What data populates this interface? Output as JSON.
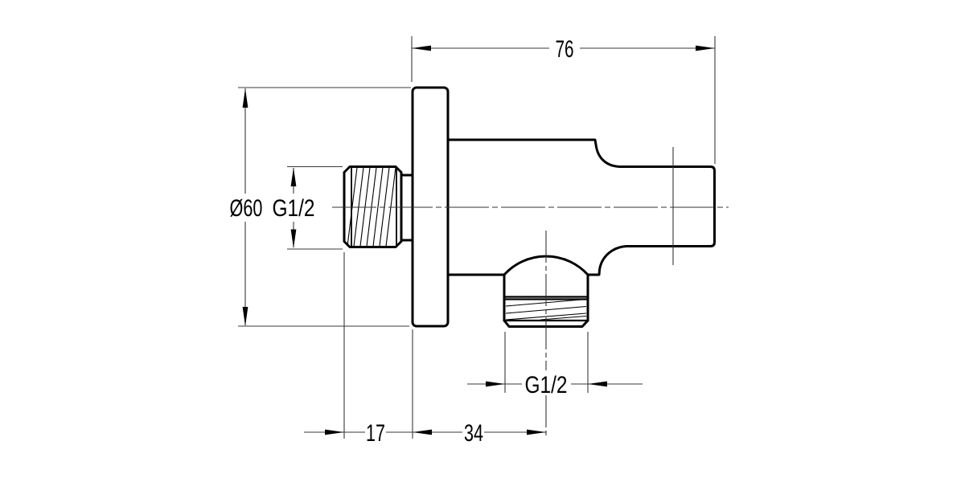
{
  "drawing": {
    "type": "technical-orthographic-view",
    "subject": "wall-mounted shower outlet elbow, side section view",
    "labels": {
      "overall_length": "76",
      "flange_diameter": "Ø60",
      "inlet_thread": "G1/2",
      "outlet_thread": "G1/2",
      "inlet_projection": "17",
      "outlet_center_offset": "34"
    },
    "colors": {
      "outline": "#000000",
      "thin_line": "#333333",
      "dimension_line": "#3a3a3a",
      "text": "#000000",
      "background": "#ffffff"
    }
  }
}
